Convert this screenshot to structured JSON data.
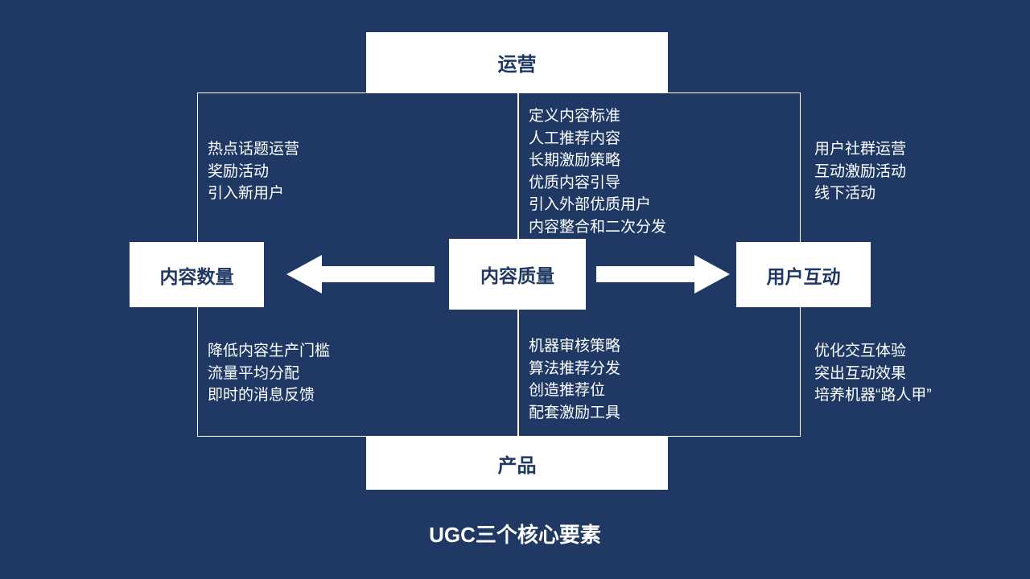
{
  "title": "UGC三个核心要素",
  "colors": {
    "background": "#1F3864",
    "foreground": "#FFFFFF",
    "node_text": "#1F3864"
  },
  "nodes": {
    "top": "运营",
    "bottom": "产品",
    "left": "内容数量",
    "center": "内容质量",
    "right": "用户互动"
  },
  "lists": {
    "top_left": [
      "热点话题运营",
      "奖励活动",
      "引入新用户"
    ],
    "top_center": [
      "定义内容标准",
      "人工推荐内容",
      "长期激励策略",
      "优质内容引导",
      "引入外部优质用户",
      "内容整合和二次分发"
    ],
    "top_right": [
      "用户社群运营",
      "互动激励活动",
      "线下活动"
    ],
    "bottom_left": [
      "降低内容生产门槛",
      "流量平均分配",
      "即时的消息反馈"
    ],
    "bottom_center": [
      "机器审核策略",
      "算法推荐分发",
      "创造推荐位",
      "配套激励工具"
    ],
    "bottom_right": [
      "优化交互体验",
      "突出互动效果",
      "培养机器“路人甲”"
    ]
  }
}
